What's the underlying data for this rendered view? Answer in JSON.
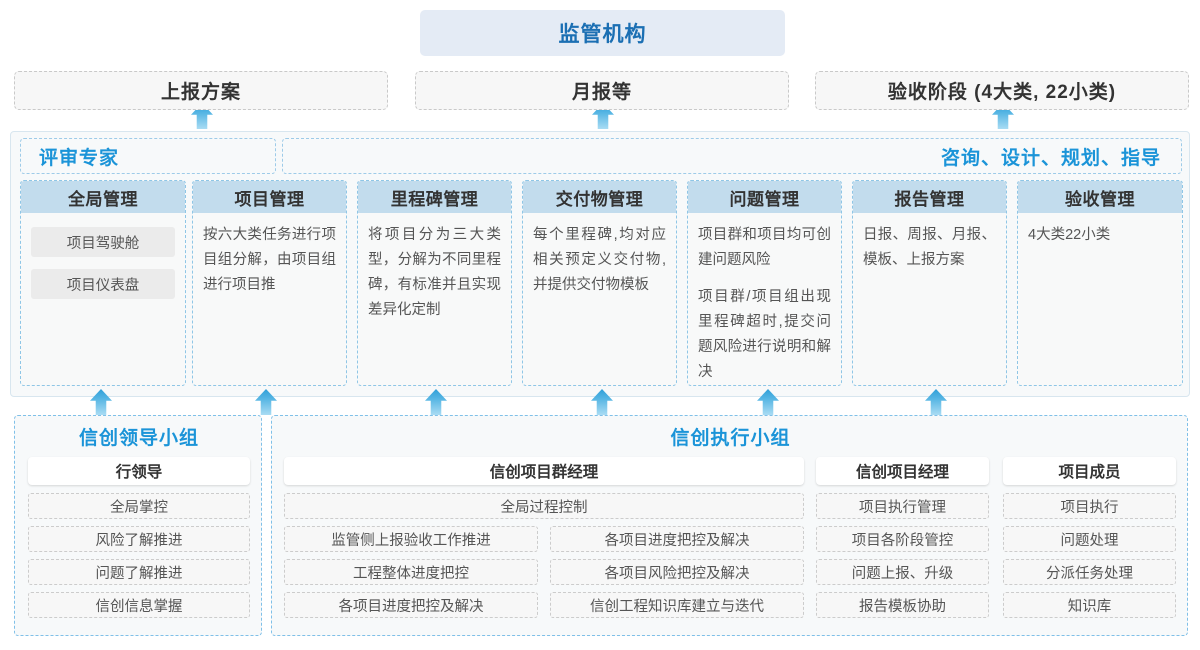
{
  "top": {
    "regulator": "监管机构",
    "reports": [
      {
        "label": "上报方案"
      },
      {
        "label": "月报等"
      },
      {
        "label": "验收阶段 (4大类, 22小类)"
      }
    ]
  },
  "middle": {
    "legend_left": "评审专家",
    "legend_right": "咨询、设计、规划、指导",
    "cards": [
      {
        "title": "全局管理",
        "pills": [
          "项目驾驶舱",
          "项目仪表盘"
        ],
        "paras": []
      },
      {
        "title": "项目管理",
        "pills": [],
        "paras": [
          "按六大类任务进行项目组分解，由项目组进行项目推"
        ]
      },
      {
        "title": "里程碑管理",
        "pills": [],
        "paras": [
          "将项目分为三大类型，分解为不同里程碑，有标准并且实现差异化定制"
        ]
      },
      {
        "title": "交付物管理",
        "pills": [],
        "paras": [
          "每个里程碑,均对应相关预定义交付物,并提供交付物模板"
        ]
      },
      {
        "title": "问题管理",
        "pills": [],
        "paras": [
          "项目群和项目均可创建问题风险",
          "项目群/项目组出现里程碑超时,提交问题风险进行说明和解决"
        ]
      },
      {
        "title": "报告管理",
        "pills": [],
        "paras": [
          "日报、周报、月报、模板、上报方案"
        ]
      },
      {
        "title": "验收管理",
        "pills": [],
        "paras": [
          "4大类22小类"
        ]
      }
    ]
  },
  "bottom": {
    "left_group": {
      "title": "信创领导小组",
      "head": "行领导",
      "items": [
        "全局掌控",
        "风险了解推进",
        "问题了解推进",
        "信创信息掌握"
      ]
    },
    "right_group": {
      "title": "信创执行小组",
      "pgm": {
        "head": "信创项目群经理",
        "wide": "全局过程控制",
        "left_items": [
          "监管侧上报验收工作推进",
          "工程整体进度把控",
          "各项目进度把控及解决"
        ],
        "right_items": [
          "各项目进度把控及解决",
          "各项目风险把控及解决",
          "信创工程知识库建立与迭代"
        ]
      },
      "pm": {
        "head": "信创项目经理",
        "items": [
          "项目执行管理",
          "项目各阶段管控",
          "问题上报、升级",
          "报告模板协助"
        ]
      },
      "member": {
        "head": "项目成员",
        "items": [
          "项目执行",
          "问题处理",
          "分派任务处理",
          "知识库"
        ]
      }
    }
  },
  "colors": {
    "accent": "#1b94d8",
    "top_box_bg": "#e4ebf5",
    "card_head_bg": "#c2dced",
    "arrow": "#2f9fd8"
  }
}
